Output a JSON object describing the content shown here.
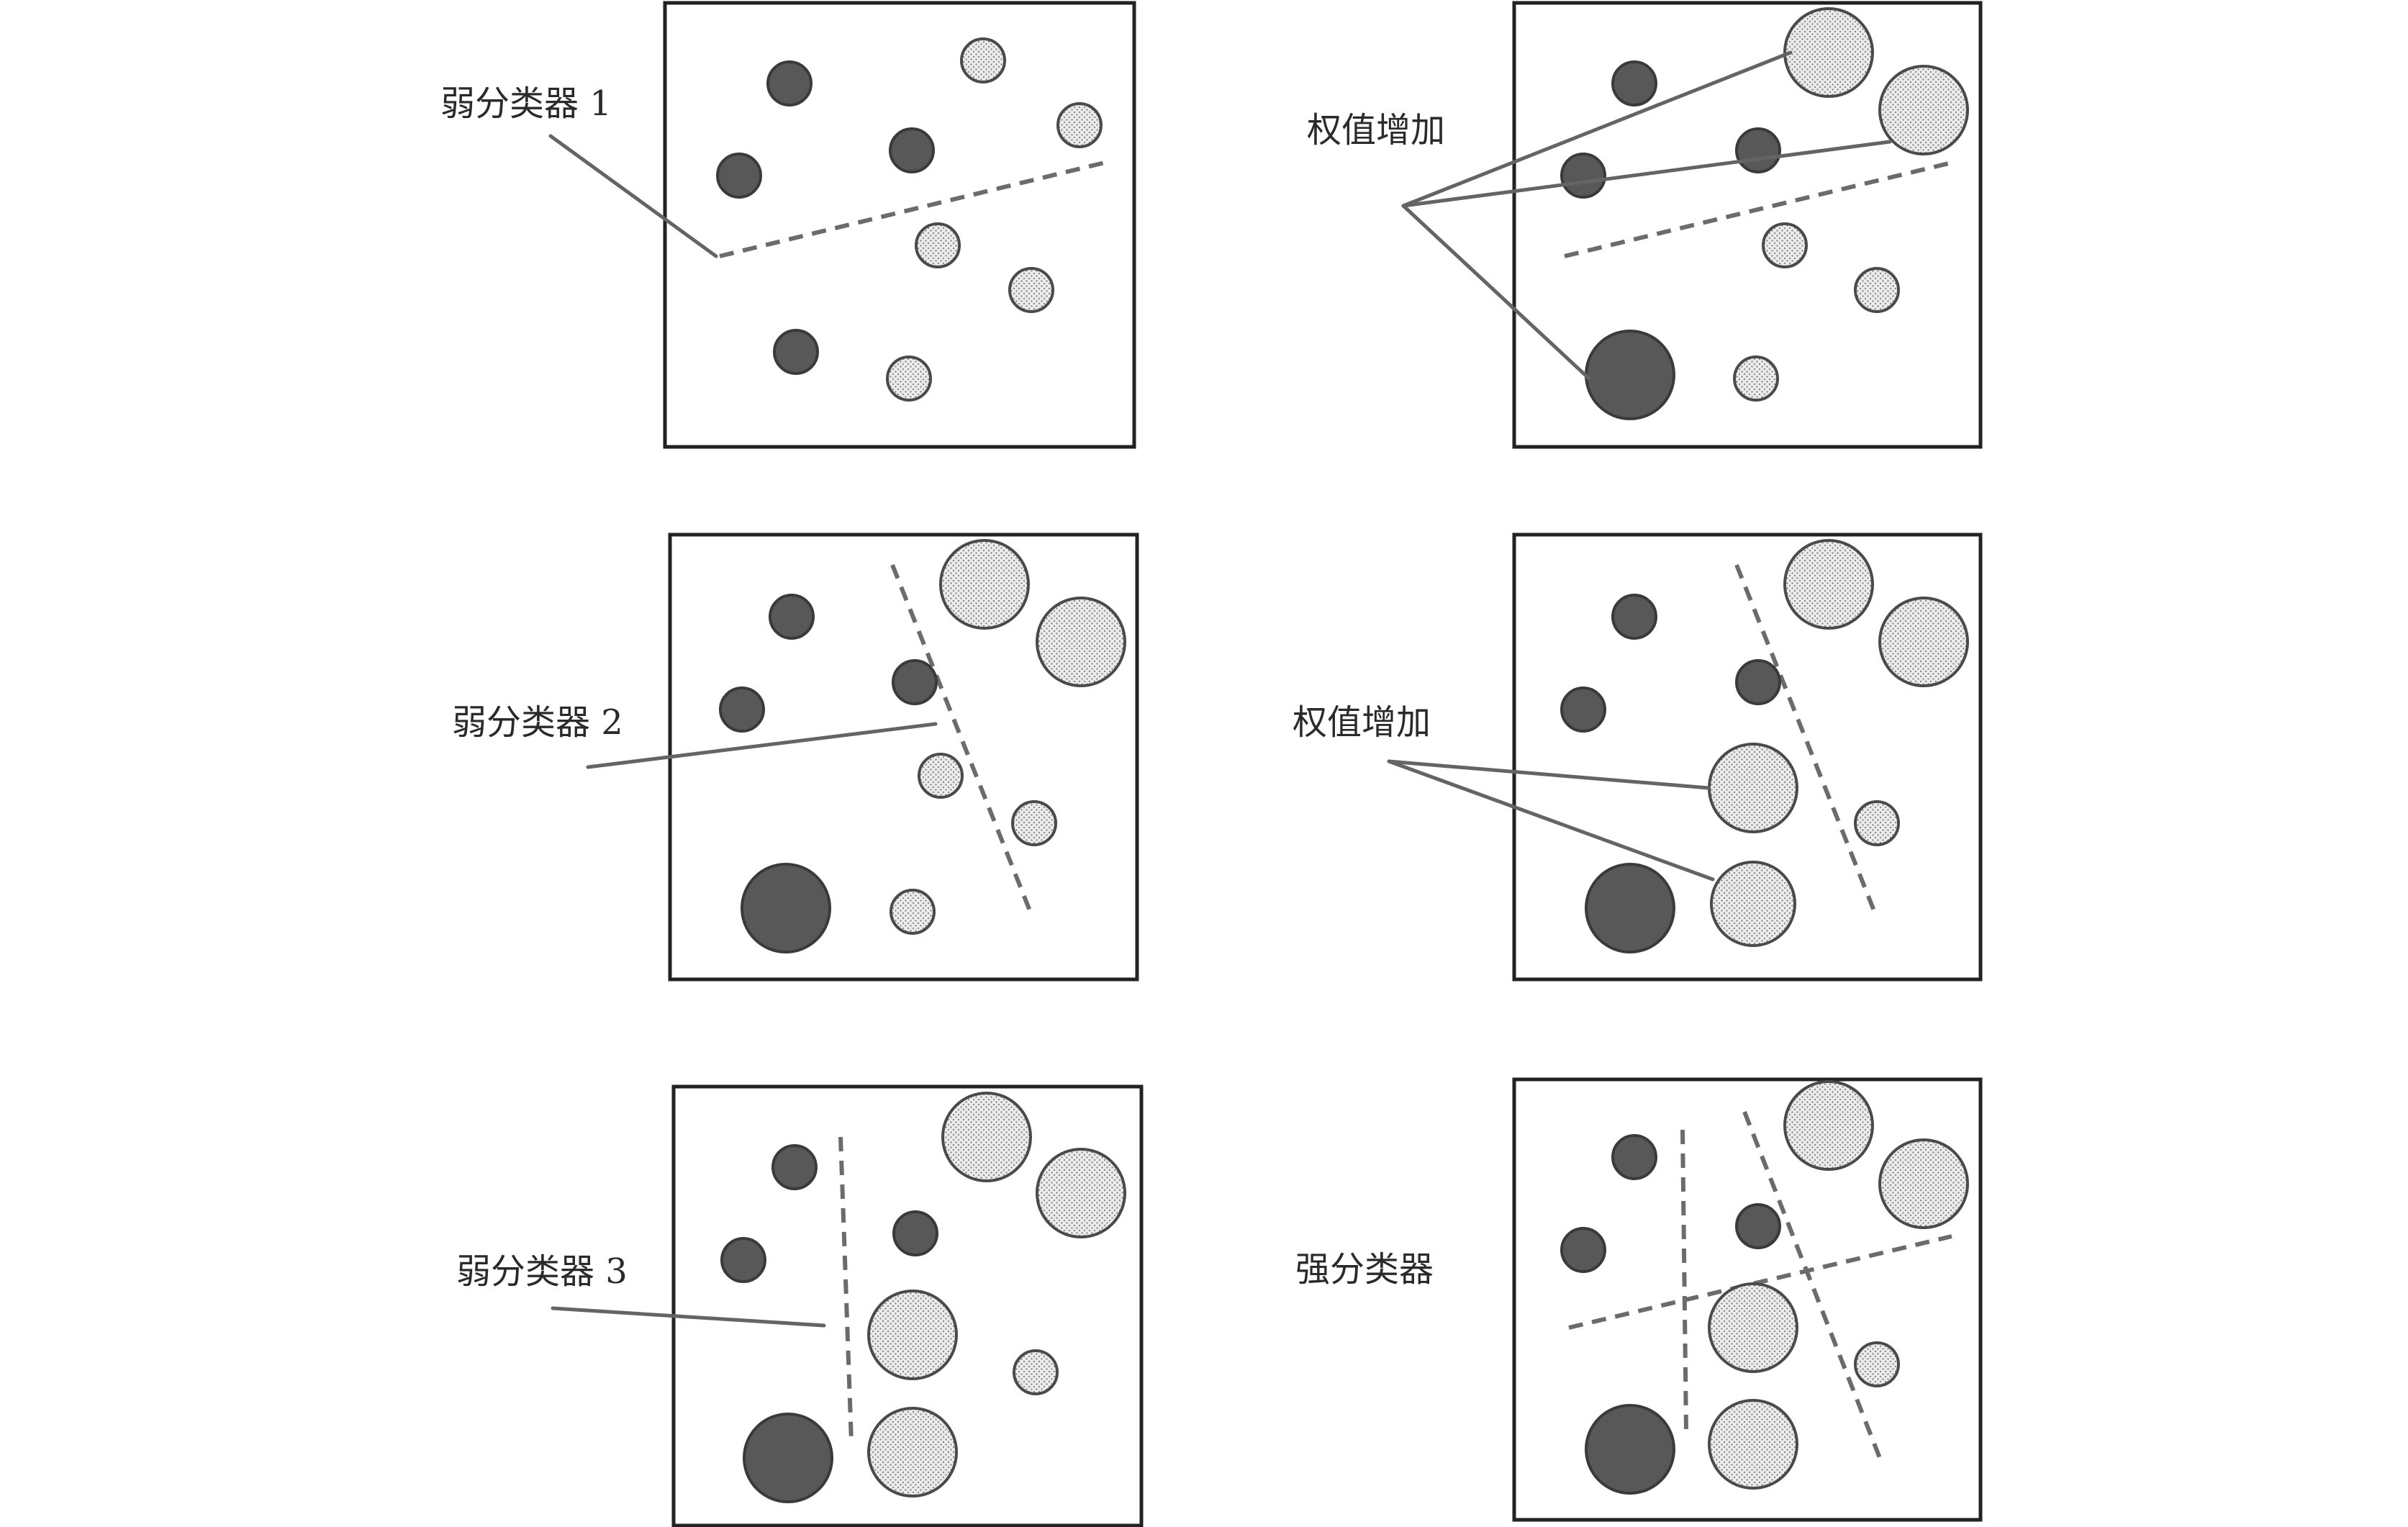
{
  "labels": {
    "weak1": "弱分类器 1",
    "weight1": "权值增加",
    "weak2": "弱分类器 2",
    "weight2": "权值增加",
    "weak3": "弱分类器 3",
    "strong": "强分类器"
  },
  "colors": {
    "positive": "#585858",
    "negative_dots": "#9a9a9a",
    "frame": "#222222",
    "boundary": "#6b6b6b"
  }
}
